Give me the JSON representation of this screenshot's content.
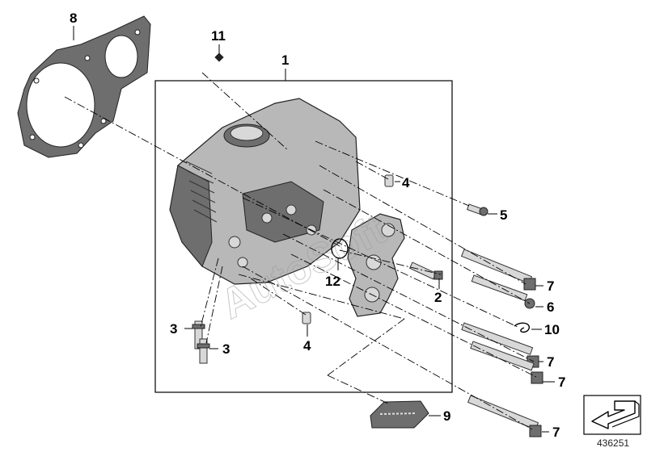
{
  "callouts": {
    "c1": "1",
    "c2": "2",
    "c3a": "3",
    "c3b": "3",
    "c4a": "4",
    "c4b": "4",
    "c5": "5",
    "c6": "6",
    "c7a": "7",
    "c7b": "7",
    "c7c": "7",
    "c7d": "7",
    "c8": "8",
    "c9": "9",
    "c10": "10",
    "c11": "11",
    "c12": "12"
  },
  "watermark": "AutoSoft",
  "document_number": "436251",
  "icons": {
    "nav_arrow": "back-arrow-icon"
  }
}
